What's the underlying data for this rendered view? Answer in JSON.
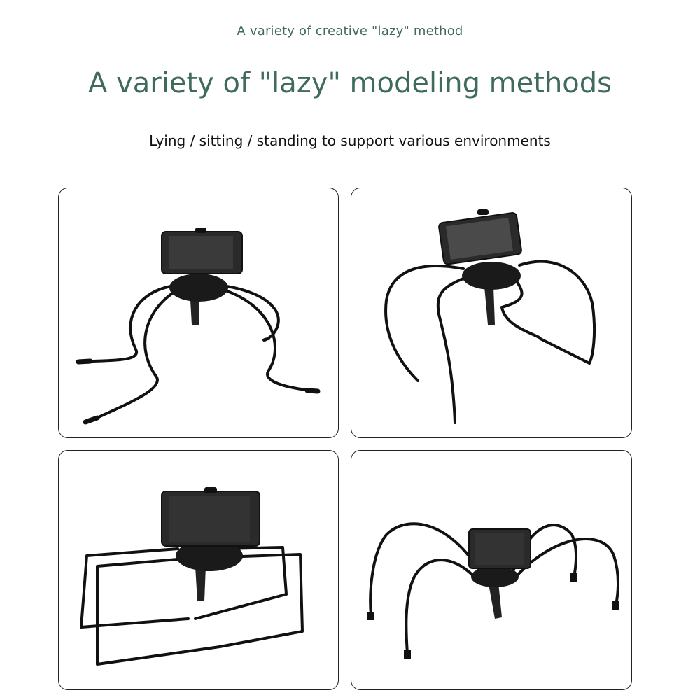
{
  "header": {
    "subtitle": "A variety of creative \"lazy\" method",
    "title": "A variety of \"lazy\" modeling methods",
    "description": "Lying / sitting / standing to support various environments"
  },
  "colors": {
    "accent": "#3f6b5a",
    "text": "#111111",
    "product": "#1a1a1a"
  }
}
